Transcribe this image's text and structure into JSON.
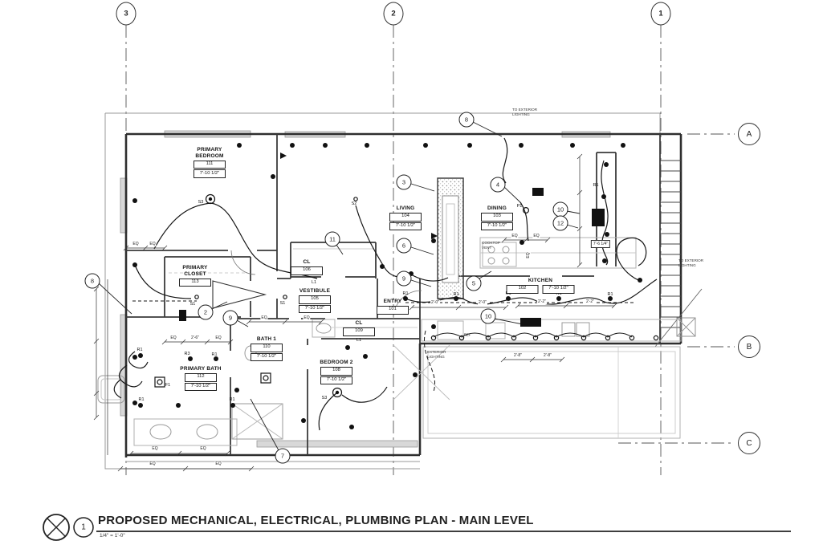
{
  "title_block": {
    "detail_number": "1",
    "title": "PROPOSED MECHANICAL, ELECTRICAL, PLUMBING PLAN - MAIN LEVEL",
    "scale": "1/4\" = 1'-0\""
  },
  "grid": {
    "top": [
      {
        "label": "3"
      },
      {
        "label": "2"
      },
      {
        "label": "1"
      }
    ],
    "right": [
      {
        "label": "A"
      },
      {
        "label": "B"
      },
      {
        "label": "C"
      }
    ]
  },
  "rooms": [
    {
      "name": "PRIMARY BEDROOM",
      "number": "111",
      "ceiling": "7'-10 1/2\""
    },
    {
      "name": "PRIMARY CLOSET",
      "number": "113",
      "ceiling": ""
    },
    {
      "name": "CL",
      "number": "106",
      "ceiling": ""
    },
    {
      "name": "VESTIBULE",
      "number": "105",
      "ceiling": "7'-10 1/2\""
    },
    {
      "name": "ENTRY",
      "number": "101",
      "ceiling": ""
    },
    {
      "name": "CL",
      "number": "109",
      "ceiling": ""
    },
    {
      "name": "BATH 1",
      "number": "110",
      "ceiling": "7'-10 1/2\""
    },
    {
      "name": "PRIMARY BATH",
      "number": "112",
      "ceiling": "7'-10 1/2\""
    },
    {
      "name": "BEDROOM 2",
      "number": "108",
      "ceiling": "7'-10 1/2\""
    },
    {
      "name": "LIVING",
      "number": "104",
      "ceiling": "7'-10 1/2\""
    },
    {
      "name": "DINING",
      "number": "103",
      "ceiling": "7'-10 1/2\""
    },
    {
      "name": "KITCHEN",
      "number": "102",
      "ceiling": "7'-10 1/2\""
    }
  ],
  "callouts": [
    {
      "label": "8"
    },
    {
      "label": "3"
    },
    {
      "label": "4"
    },
    {
      "label": "6"
    },
    {
      "label": "9"
    },
    {
      "label": "5"
    },
    {
      "label": "11"
    },
    {
      "label": "2"
    },
    {
      "label": "9"
    },
    {
      "label": "7"
    },
    {
      "label": "8"
    },
    {
      "label": "10"
    },
    {
      "label": "10"
    },
    {
      "label": "12"
    }
  ],
  "tags": [
    {
      "text": "S3"
    },
    {
      "text": "S2"
    },
    {
      "text": "P1"
    },
    {
      "text": "S1"
    },
    {
      "text": "S1"
    },
    {
      "text": "S3"
    },
    {
      "text": "R1"
    },
    {
      "text": "R1"
    },
    {
      "text": "R1"
    },
    {
      "text": "R1"
    },
    {
      "text": "R1"
    },
    {
      "text": "R1"
    },
    {
      "text": "R3"
    },
    {
      "text": "R1"
    },
    {
      "text": "R1"
    },
    {
      "text": "R1"
    },
    {
      "text": "F1"
    },
    {
      "text": "L1"
    },
    {
      "text": "L1"
    },
    {
      "text": "REF"
    },
    {
      "text": "R1"
    }
  ],
  "dims": [
    {
      "text": "EQ"
    },
    {
      "text": "EQ"
    },
    {
      "text": "EQ"
    },
    {
      "text": "EQ"
    },
    {
      "text": "EQ"
    },
    {
      "text": "2'-6\""
    },
    {
      "text": "EQ"
    },
    {
      "text": "EQ"
    },
    {
      "text": "EQ"
    },
    {
      "text": "EQ"
    },
    {
      "text": "EQ"
    },
    {
      "text": "EQ"
    },
    {
      "text": "EQ"
    },
    {
      "text": "2'-2\""
    },
    {
      "text": "2'-2\""
    },
    {
      "text": "2'-0\""
    },
    {
      "text": "2'-0\""
    },
    {
      "text": "2'-8\""
    },
    {
      "text": "2'-8\""
    },
    {
      "text": "7'-6 1/4\""
    },
    {
      "text": "EQ"
    }
  ],
  "notes": [
    {
      "text": "TO EXTERIOR LIGHTING"
    },
    {
      "text": "TO EXTERIOR LIGHTING"
    },
    {
      "text": "EXTERIOR LIGHTING"
    },
    {
      "text": "COOKTOP VENT"
    }
  ]
}
